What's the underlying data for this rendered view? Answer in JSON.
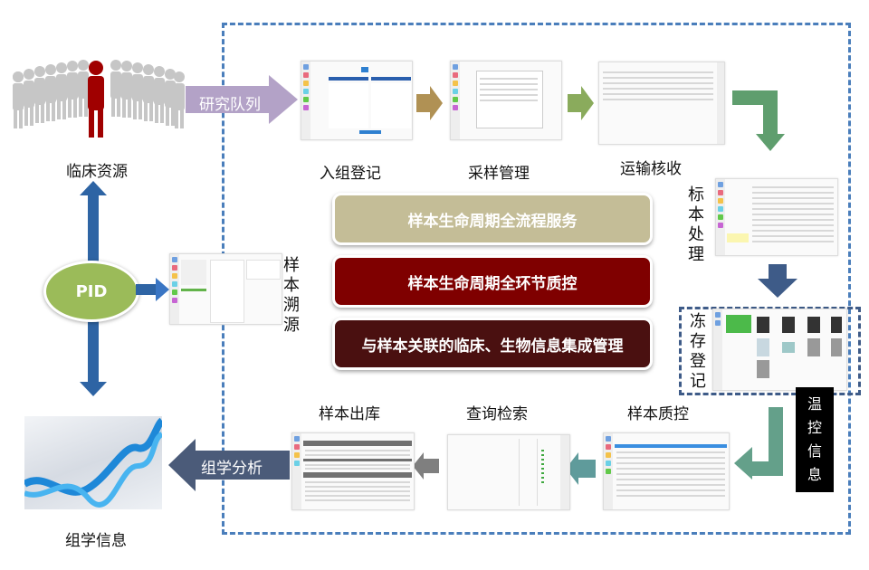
{
  "left": {
    "clinical_resource_label": "临床资源",
    "research_cohort_label": "研究队列",
    "pid_label": "PID",
    "omics_info_label": "组学信息",
    "omics_analysis_label": "组学分析"
  },
  "workflow": {
    "enrollment_label": "入组登记",
    "sampling_label": "采样管理",
    "transport_label": "运输核收",
    "processing_label": "标本处理",
    "storage_label": "冻存登记",
    "temperature_label": "温控信息",
    "qc_label": "样本质控",
    "query_label": "查询检索",
    "outbound_label": "样本出库",
    "traceability_label": "样本溯源"
  },
  "center": {
    "items": [
      {
        "label": "样本生命周期全流程服务",
        "color": "#c4bd97"
      },
      {
        "label": "样本生命周期全环节质控",
        "color": "#7f0000"
      },
      {
        "label": "与样本关联的临床、生物信息集成管理",
        "color": "#4a1010"
      }
    ]
  },
  "colors": {
    "frame": "#4a7ebb",
    "cohort_arrow": "#b3a2c7",
    "pid": "#9bbb59",
    "blue_arrow": "#2e64a4"
  }
}
